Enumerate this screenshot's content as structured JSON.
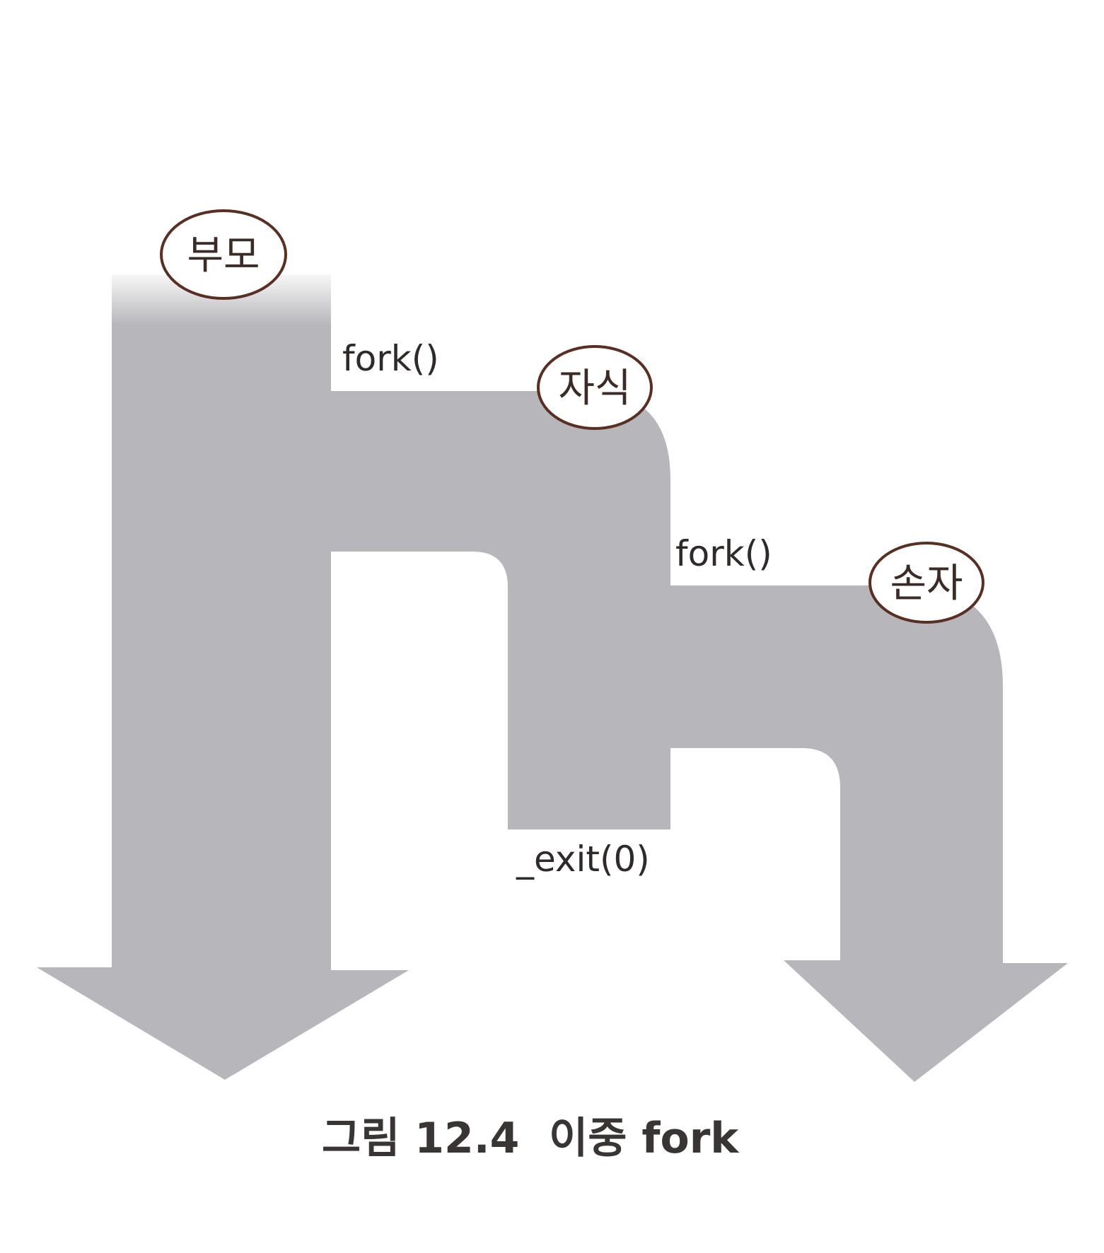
{
  "diagram": {
    "processes": {
      "parent": "부모",
      "child": "자식",
      "grandchild": "손자"
    },
    "calls": {
      "first_fork": "fork()",
      "second_fork": "fork()",
      "exit": "_exit(0)"
    },
    "caption": "그림 12.4  이중 fork"
  },
  "colors": {
    "flow": "#b7b6ba",
    "bubble_outline": "#5a2f22",
    "caption": "#3a3535"
  }
}
